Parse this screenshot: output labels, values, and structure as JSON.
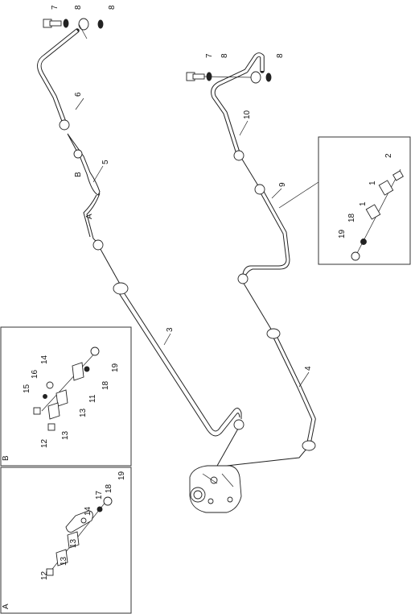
{
  "callouts": {
    "c1": "7",
    "c2": "8",
    "c3": "8",
    "c4": "6",
    "c5": "5",
    "c6": "B",
    "c7": "A",
    "c8": "3",
    "c9": "7",
    "c10": "8",
    "c11": "8",
    "c12": "10",
    "c13": "9",
    "c14": "4",
    "c15": "2",
    "c16": "1",
    "c17": "1",
    "c18": "18",
    "c19": "19"
  },
  "detail_b": {
    "title": "B",
    "labels": {
      "l1": "14",
      "l2": "16",
      "l3": "15",
      "l4": "12",
      "l5": "13",
      "l6": "13",
      "l7": "11",
      "l8": "18",
      "l9": "19"
    }
  },
  "detail_a": {
    "title": "A",
    "labels": {
      "l1": "12",
      "l2": "13",
      "l3": "13",
      "l4": "14",
      "l5": "17",
      "l6": "18",
      "l7": "19"
    }
  }
}
